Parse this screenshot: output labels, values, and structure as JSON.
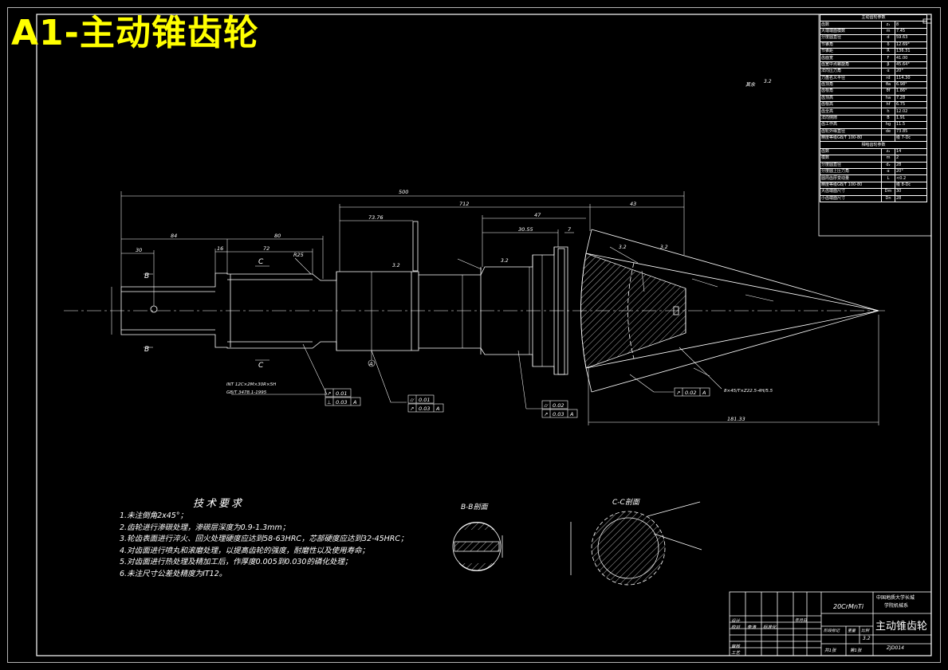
{
  "title": "A1-主动锥齿轮",
  "note": {
    "surface_finish": "其余"
  },
  "dimensions": {
    "overall": "500",
    "d30": "30",
    "d84": "84",
    "d80": "80",
    "d16": "16",
    "d72": "72",
    "d73_76": "73.76",
    "d712": "712",
    "d47": "47",
    "d30_55": "30.55",
    "d7": "7",
    "d43": "43",
    "d181_33": "181.33",
    "r_lead": "R25",
    "ra": "3.2",
    "sec_b": "B",
    "sec_c": "C",
    "datum_a": "A",
    "spline_note_1": "INT 12C×2M×30R×5H",
    "spline_note_2": "GB/T 3478.1-1995",
    "gear_note": "8×45/T×Z22.5-4H/5.5"
  },
  "tolerances": [
    {
      "sym": "↗",
      "value": "0.01",
      "datum": ""
    },
    {
      "sym": "⊥",
      "value": "0.03",
      "datum": "A"
    },
    {
      "sym": "⌭",
      "value": "0.01",
      "datum": ""
    },
    {
      "sym": "↗",
      "value": "0.03",
      "datum": "A"
    },
    {
      "sym": "⌭",
      "value": "0.02",
      "datum": ""
    },
    {
      "sym": "↗",
      "value": "0.03",
      "datum": "A"
    },
    {
      "sym": "↗",
      "value": "0.02",
      "datum": "A"
    }
  ],
  "tech_req": {
    "title": "技术要求",
    "items": [
      "1.未注倒角2x45°；",
      "2.齿轮进行渗碳处理，渗碳层深度为0.9-1.3mm；",
      "3.轮齿表面进行淬火、回火处理硬度应达到58-63HRC，芯部硬度应达到32-45HRC；",
      "4.对齿面进行喷丸和滚磨处理，以提高齿轮的强度，耐磨性以及使用寿命；",
      "5.对齿面进行热处理及精加工后，作厚度0.005到0.030的磷化处理；",
      "6.未注尺寸公差处精度为IT12。"
    ]
  },
  "sections": {
    "b": "B-B剖面",
    "c": "C-C剖面"
  },
  "spec_table": {
    "header": "主动齿轮参数",
    "rows": [
      [
        "齿数",
        "z₁",
        "8"
      ],
      [
        "大端端面模数",
        "m",
        "7.45"
      ],
      [
        "分度圆直径",
        "d",
        "59.63"
      ],
      [
        "节锥角",
        "δ",
        "12.69°"
      ],
      [
        "节锥距",
        "R",
        "136.31"
      ],
      [
        "齿面宽",
        "F",
        "41.00"
      ],
      [
        "齿宽中点螺旋角",
        "β",
        "45.64°"
      ],
      [
        "法向压力角",
        "α",
        "20°"
      ],
      [
        "刀盘名义半径",
        "rd",
        "114.30"
      ],
      [
        "齿顶角",
        "θa",
        "6.98°"
      ],
      [
        "齿根角",
        "θf",
        "1.86°"
      ],
      [
        "齿顶高",
        "ha",
        "7.28"
      ],
      [
        "齿根高",
        "hf",
        "6.75"
      ],
      [
        "齿全高",
        "h",
        "12.02"
      ],
      [
        "法向侧隙",
        "B",
        "1.91"
      ],
      [
        "齿工作高",
        "hg",
        "11.5"
      ],
      [
        "齿轮外缘直径",
        "de",
        "73.85"
      ],
      [
        "精度等级GB/T 100-80",
        "",
        "级 7-Dc"
      ]
    ],
    "header2": "相啮齿轮参数",
    "rows2": [
      [
        "齿数",
        "z₂",
        "14"
      ],
      [
        "模数",
        "m",
        "2"
      ],
      [
        "分度圆直径",
        "d₂",
        "28"
      ],
      [
        "分度圆上压力角",
        "α",
        "20°"
      ],
      [
        "圆周齿厚变动量",
        "L",
        "<0.2"
      ],
      [
        "精度等级GB/T 100-80",
        "",
        "级 8-Dc"
      ],
      [
        "大齿端面尺寸",
        "Dm",
        "30"
      ],
      [
        "小齿端面尺寸",
        "Dn",
        "28"
      ]
    ]
  },
  "title_block": {
    "material": "20CrMnTi",
    "part_name": "主动锥齿轮",
    "school": "中国地质大学长城",
    "college": "学院机械系",
    "design": "设计",
    "check": "校对",
    "approve": "审核",
    "standard": "标准化",
    "process": "工艺",
    "scale_label": "阶段标记",
    "weight_label": "重量",
    "ratio_label": "比例",
    "scale": "3.2",
    "sheets": "共1张",
    "sheet_no": "第1张",
    "code": "ZJD014",
    "drawer": "李涛",
    "date_label": "年月日"
  }
}
